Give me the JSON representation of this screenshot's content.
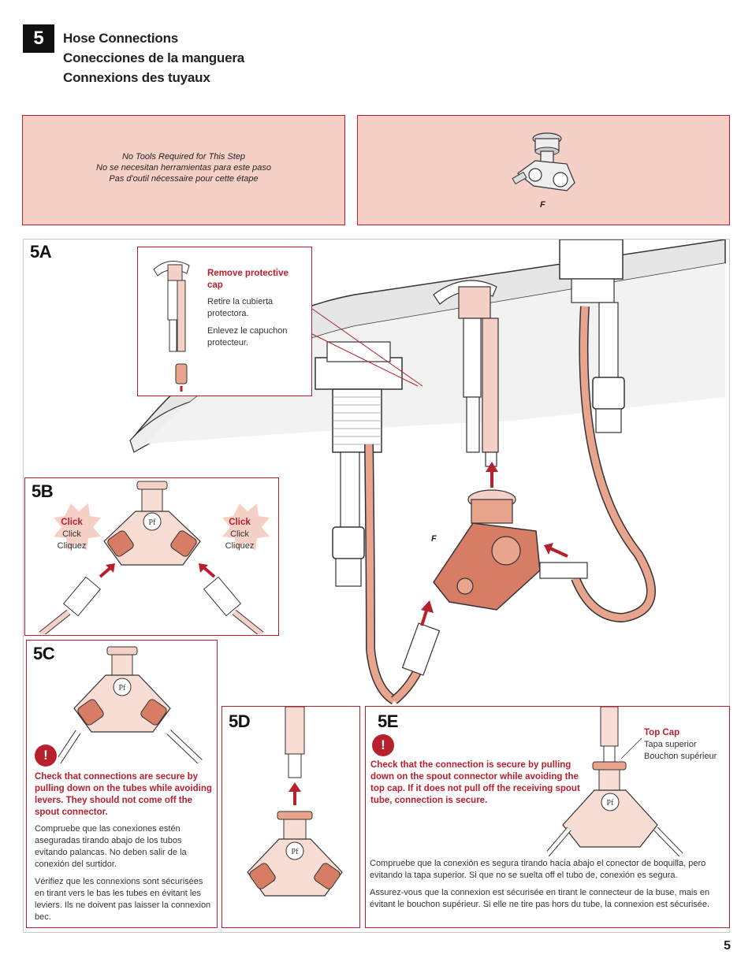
{
  "step": {
    "number": "5"
  },
  "titles": [
    "Hose Connections",
    "Conecciones de la manguera",
    "Connexions des tuyaux"
  ],
  "tools": [
    "No Tools Required for This Step",
    "No se necesitan herramientas para este paso",
    "Pas d'outil nécessaire pour cette étape"
  ],
  "parts": {
    "label": "F"
  },
  "s5a": {
    "label": "5A",
    "callout_title": "Remove protective cap",
    "callout_es": "Retire la cubierta protectora.",
    "callout_fr": "Enlevez le capuchon protecteur.",
    "part_label": "F"
  },
  "s5b": {
    "label": "5B",
    "click_left": [
      "Click",
      "Click",
      "Cliquez"
    ],
    "click_right": [
      "Click",
      "Click",
      "Cliquez"
    ]
  },
  "s5c": {
    "label": "5C",
    "warn_en": "Check that connections are secure by pulling down on the tubes while avoiding levers. They should not come off the spout connector.",
    "warn_es": "Compruebe que las conexiones estén aseguradas tirando abajo de los tubos evitando palancas. No deben salir de la conexión del surtidor.",
    "warn_fr": "Vérifiez que les connexions sont sécurisées en tirant vers le bas les tubes en évitant les leviers. Ils ne doivent pas laisser la connexion bec."
  },
  "s5d": {
    "label": "5D"
  },
  "s5e": {
    "label": "5E",
    "topcap": [
      "Top Cap",
      "Tapa superior",
      "Bouchon supérieur"
    ],
    "warn_en": "Check that the connection is secure by pulling down on the spout connector while avoiding the top cap.  If it does not pull off the receiving spout tube, connection is secure.",
    "warn_es": "Compruebe que la conexión es segura tirando hacia abajo el conector de boquilla, pero evitando la tapa superior. Si que no se suelta off el tubo de, conexión es segura.",
    "warn_fr": "Assurez-vous que la connexion est sécurisée en tirant le connecteur de la buse, mais en évitant le bouchon supérieur. Si elle ne tire pas hors du tube, la connexion est sécurisée."
  },
  "page": {
    "number": "5"
  },
  "colors": {
    "accent": "#b8202d",
    "pink": "#f4d0c6",
    "copper": "#e8a48c"
  }
}
